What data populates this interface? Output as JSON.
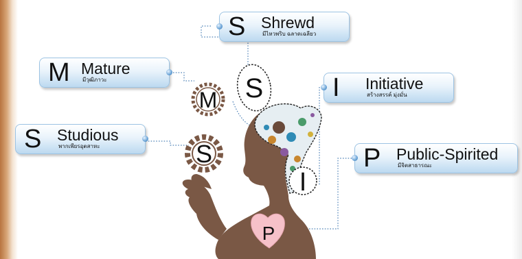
{
  "traits": [
    {
      "letter": "S",
      "word": "Shrewd",
      "thai": "มีไหวพริบ ฉลาดเฉลียว"
    },
    {
      "letter": "M",
      "word": "Mature",
      "thai": "มีวุฒิภาวะ"
    },
    {
      "letter": "I",
      "word": "Initiative",
      "thai": "สร้างสรรค์ มุ่งมั่น"
    },
    {
      "letter": "S",
      "word": "Studious",
      "thai": "พากเพียรอุตสาหะ"
    },
    {
      "letter": "P",
      "word": "Public-Spirited",
      "thai": "มีจิตสาธารณะ"
    }
  ],
  "figure": {
    "gear_letters": {
      "m": "M",
      "s_top": "S",
      "s_left": "S",
      "i": "I",
      "p": "P"
    }
  },
  "colors": {
    "skin": "#7a5845",
    "box_fill": "#cfe4f6",
    "box_border": "#9cc3e3",
    "heart": "#f6c1c9",
    "connector": "#4f83b8",
    "gear": "#7a5845",
    "frame": "#b8743f"
  }
}
